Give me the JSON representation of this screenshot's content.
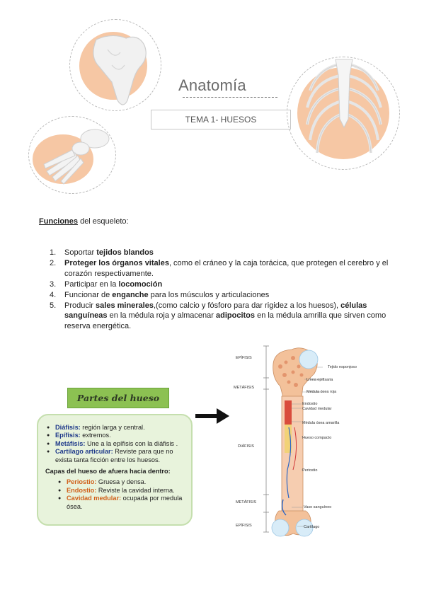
{
  "header": {
    "title": "Anatomía",
    "subtitle": "TEMA 1- HUESOS"
  },
  "functions": {
    "heading_underlined": "Funciones",
    "heading_rest": " del esqueleto:",
    "items": [
      {
        "num": "1.",
        "parts": [
          [
            "Soportar ",
            false
          ],
          [
            "tejidos blandos",
            true
          ]
        ]
      },
      {
        "num": "2.",
        "parts": [
          [
            "Proteger los órganos vitales",
            true
          ],
          [
            ", como el cráneo y la caja torácica, que protegen el cerebro y el corazón respectivamente.",
            false
          ]
        ]
      },
      {
        "num": "3.",
        "parts": [
          [
            "Participar en la ",
            false
          ],
          [
            "locomoción",
            true
          ]
        ]
      },
      {
        "num": "4.",
        "parts": [
          [
            "Funcionar de ",
            false
          ],
          [
            "enganche",
            true
          ],
          [
            " para los músculos y articulaciones",
            false
          ]
        ]
      },
      {
        "num": "5.",
        "parts": [
          [
            "Producir ",
            false
          ],
          [
            "sales minerales",
            true
          ],
          [
            ",(como calcio y fósforo para dar rigidez a los huesos), ",
            false
          ],
          [
            "células sanguíneas",
            true
          ],
          [
            " en la médula roja y almacenar ",
            false
          ],
          [
            "adipocitos",
            true
          ],
          [
            " en la médula amrilla que sirven como reserva energética.",
            false
          ]
        ]
      }
    ]
  },
  "card": {
    "header": "Partes del hueso",
    "parts": [
      {
        "term": "Diáfisis:",
        "desc": " región larga y central."
      },
      {
        "term": "Epífisis:",
        "desc": " extremos."
      },
      {
        "term": "Metáfisis:",
        "desc": " Une a la epífisis con la diáfisis ."
      },
      {
        "term": "Cartílago articular:",
        "desc": " Reviste para que no exista tanta ficción entre los huesos."
      }
    ],
    "layers_title": "Capas del hueso de afuera hacia dentro:",
    "layers": [
      {
        "term": "Periostio:",
        "desc": " Gruesa y densa."
      },
      {
        "term": "Endostio:",
        "desc": " Reviste la cavidad interna."
      },
      {
        "term": "Cavidad medular:",
        "desc": " ocupada por medula ósea."
      }
    ]
  },
  "diagram": {
    "left_labels": [
      "EPÍFISIS",
      "METÁFISIS",
      "DIÁFISIS",
      "METÁFISIS",
      "EPÍFISIS"
    ],
    "right_labels": [
      "Tejido esponjoso",
      "Línea epifisaria",
      "Médula ósea roja",
      "Endostio",
      "Cavidad medular",
      "Médula ósea amarilla",
      "Hueso compacto",
      "Periostio",
      "Vaso sanguíneo",
      "Cartílago"
    ]
  },
  "colors": {
    "peach": "#f6c7a4",
    "card_bg": "#e8f3dc",
    "card_header": "#8cc152",
    "term_blue": "#1f3a8a",
    "term_orange": "#d0601a"
  }
}
